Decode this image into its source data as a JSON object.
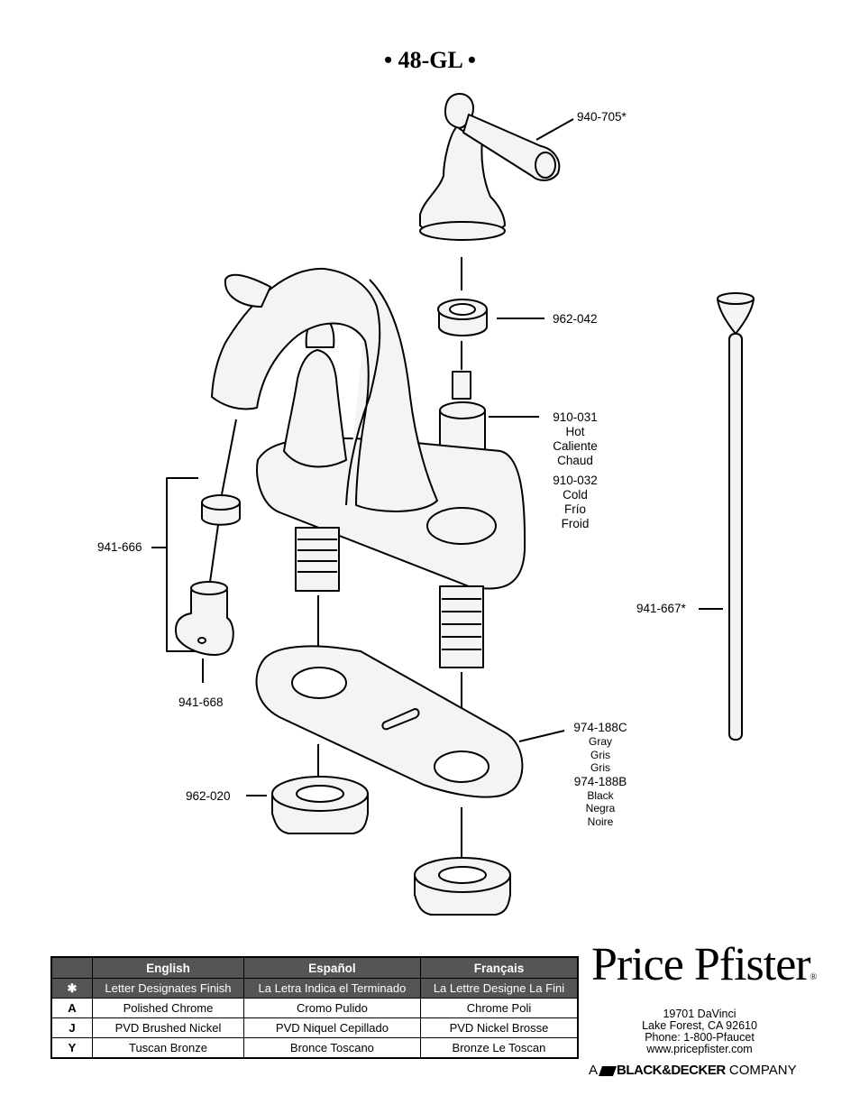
{
  "title": "• 48-GL •",
  "parts": {
    "handle": "940-705*",
    "retainer_nut": "962-042",
    "hot_cartridge": "910-031",
    "hot_en": "Hot",
    "hot_es": "Caliente",
    "hot_fr": "Chaud",
    "cold_cartridge": "910-032",
    "cold_en": "Cold",
    "cold_es": "Frío",
    "cold_fr": "Froid",
    "aerator": "941-666",
    "aerator_key": "941-668",
    "pop_up_rod": "941-667*",
    "escutcheon_gray": "974-188C",
    "gray_en": "Gray",
    "gray_es": "Gris",
    "gray_fr": "Gris",
    "escutcheon_black": "974-188B",
    "black_en": "Black",
    "black_es": "Negra",
    "black_fr": "Noire",
    "mounting_nut": "962-020"
  },
  "finish_table": {
    "headers": [
      "English",
      "Español",
      "Français"
    ],
    "key_symbol": "✱",
    "key_row": [
      "Letter Designates Finish",
      "La Letra Indica el Terminado",
      "La Lettre Designe La Fini"
    ],
    "rows": [
      {
        "code": "A",
        "en": "Polished Chrome",
        "es": "Cromo Pulido",
        "fr": "Chrome Poli"
      },
      {
        "code": "J",
        "en": "PVD Brushed Nickel",
        "es": "PVD Niquel Cepillado",
        "fr": "PVD Nickel Brosse"
      },
      {
        "code": "Y",
        "en": "Tuscan Bronze",
        "es": "Bronce Toscano",
        "fr": "Bronze Le Toscan"
      }
    ]
  },
  "brand": {
    "name": "Price Pfister",
    "reg": "®",
    "address_line1": "19701 DaVinci",
    "address_line2": "Lake Forest, CA 92610",
    "phone": "Phone: 1-800-Pfaucet",
    "website": "www.pricepfister.com",
    "company_prefix": "A",
    "company_brand": "BLACK&DECKER",
    "company_suffix": "COMPANY"
  }
}
